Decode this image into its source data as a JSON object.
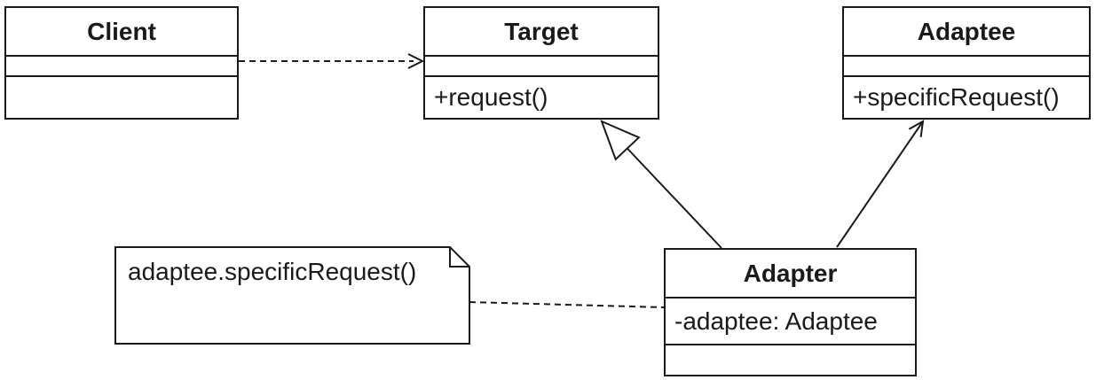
{
  "diagram": {
    "type": "uml-class-diagram",
    "pattern": "Adapter",
    "classes": [
      {
        "id": "client",
        "name": "Client",
        "attributes": [],
        "methods": []
      },
      {
        "id": "target",
        "name": "Target",
        "attributes": [],
        "methods": [
          "+request()"
        ]
      },
      {
        "id": "adaptee",
        "name": "Adaptee",
        "attributes": [],
        "methods": [
          "+specificRequest()"
        ]
      },
      {
        "id": "adapter",
        "name": "Adapter",
        "attributes": [
          "-adaptee: Adaptee"
        ],
        "methods": []
      }
    ],
    "note": {
      "text": "adaptee.specificRequest()"
    },
    "relationships": [
      {
        "from": "Client",
        "to": "Target",
        "type": "dependency",
        "line": "dashed",
        "arrowhead": "open"
      },
      {
        "from": "Adapter",
        "to": "Target",
        "type": "generalization",
        "line": "solid",
        "arrowhead": "hollow-triangle"
      },
      {
        "from": "Adapter",
        "to": "Adaptee",
        "type": "association",
        "line": "solid",
        "arrowhead": "open"
      },
      {
        "from": "note",
        "to": "Adapter",
        "type": "note-anchor",
        "line": "dashed",
        "arrowhead": "none"
      }
    ],
    "colors": {
      "stroke": "#1a1a1a",
      "fill": "#ffffff",
      "text": "#1a1a1a",
      "background": "#ffffff"
    }
  }
}
